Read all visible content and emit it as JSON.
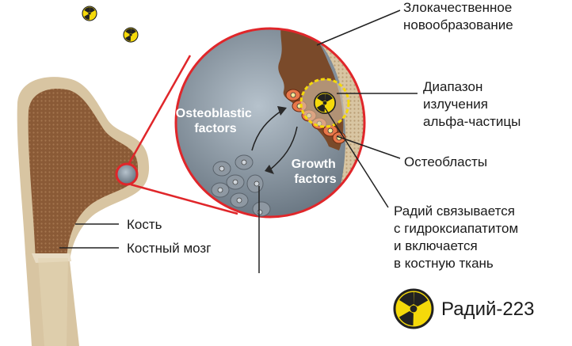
{
  "labels": {
    "tumor": [
      "Злокачественное",
      "новообразование"
    ],
    "alpha_range": [
      "Диапазон",
      "излучения",
      "альфа-частицы"
    ],
    "osteoblasts": "Остеобласты",
    "radium_binds": [
      "Радий связывается",
      "с гидроксиапатитом",
      "и включается",
      "в костную ткань"
    ],
    "bone": "Кость",
    "marrow": "Костный мозг",
    "osteoblastic_factors": [
      "Osteoblastic",
      "factors"
    ],
    "growth_factors": [
      "Growth",
      "factors"
    ],
    "legend": "Радий-223"
  },
  "icons": [
    "radiation-icon"
  ],
  "colors": {
    "accent_red": "#e0262a",
    "tumor_brown": "#7a4a2a",
    "bone_beige": "#d9c7a6",
    "radiation_yellow": "#f5d90a",
    "marrow_gray": "#7d8a96"
  }
}
